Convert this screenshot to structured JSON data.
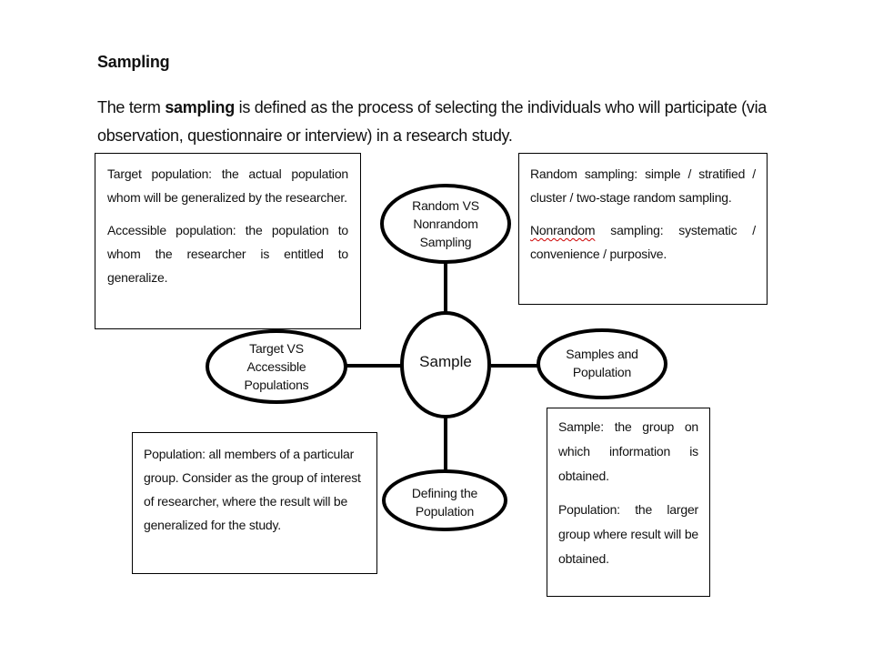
{
  "document": {
    "heading": "Sampling",
    "intro": {
      "prefix": "The term ",
      "term": "sampling",
      "suffix": " is defined as the process of selecting the individuals who will participate (via observation, questionnaire or interview) in a research study."
    }
  },
  "diagram": {
    "center": "Sample",
    "nodes": {
      "top": [
        "Random VS",
        "Nonrandom",
        "Sampling"
      ],
      "left": [
        "Target VS",
        "Accessible",
        "Populations"
      ],
      "right": [
        "Samples and",
        "Population"
      ],
      "bottom": [
        "Defining the",
        "Population"
      ]
    },
    "boxes": {
      "top_left": {
        "p1": "Target population: the actual population whom will be generalized by the researcher.",
        "p2": "Accessible population: the population to whom the researcher is entitled to generalize."
      },
      "top_right": {
        "p1": "Random sampling: simple / stratified / cluster / two-stage random sampling.",
        "p2_word": "Nonrandom",
        "p2_rest": " sampling: systematic / convenience / purposive."
      },
      "bottom_left": {
        "p1": "Population: all members of a particular group. Consider as the group of interest of researcher, where the result will be generalized for the study."
      },
      "bottom_right": {
        "p1": "Sample: the group on which information is obtained.",
        "p2": "Population: the larger group where result will be obtained."
      }
    }
  }
}
